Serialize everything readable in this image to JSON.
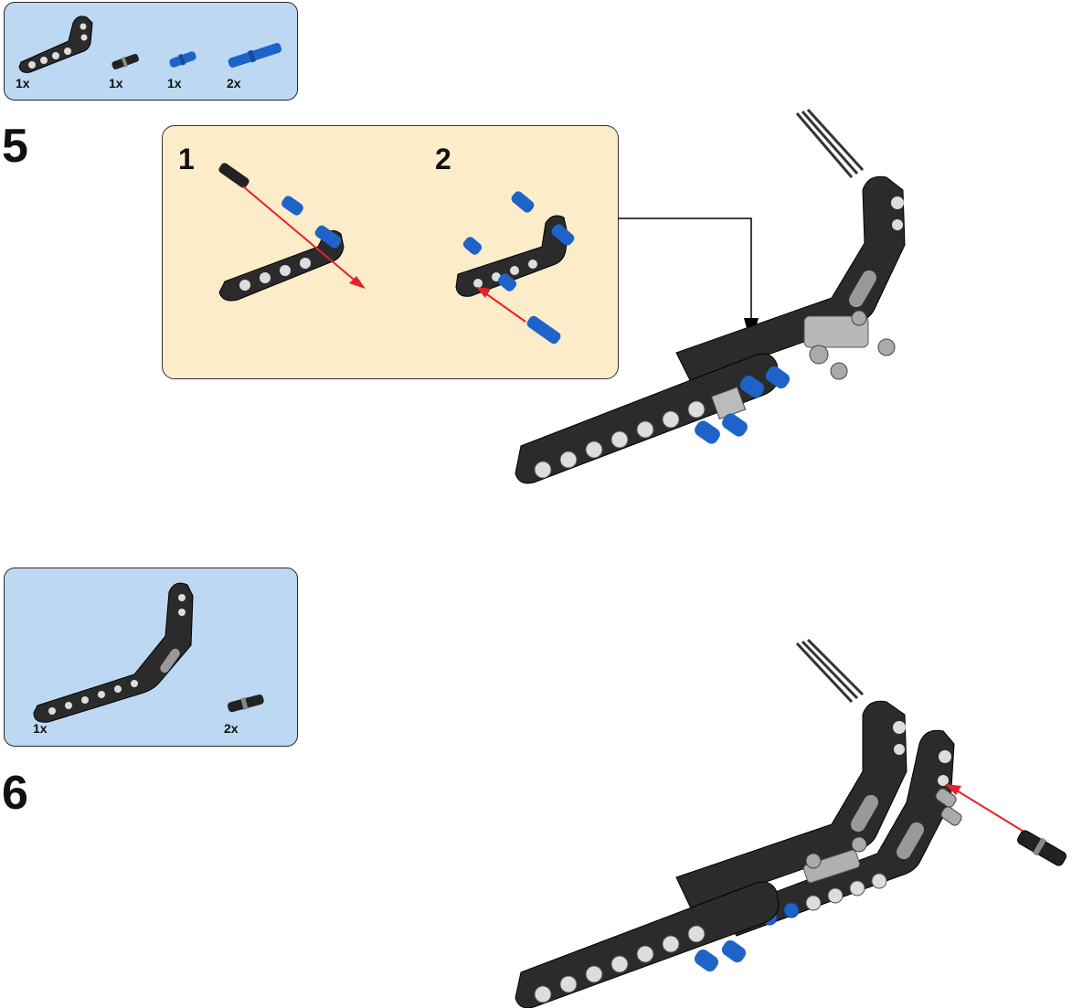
{
  "steps": [
    {
      "number": "5",
      "parts": [
        {
          "qty": "1x",
          "icon": "angled-beam-icon"
        },
        {
          "qty": "1x",
          "icon": "black-pin-icon"
        },
        {
          "qty": "1x",
          "icon": "blue-pin-icon"
        },
        {
          "qty": "2x",
          "icon": "long-blue-pin-icon"
        }
      ],
      "substeps": [
        {
          "number": "1"
        },
        {
          "number": "2"
        }
      ]
    },
    {
      "number": "6",
      "parts": [
        {
          "qty": "1x",
          "icon": "bent-liftarm-icon"
        },
        {
          "qty": "2x",
          "icon": "black-pin-icon"
        }
      ]
    }
  ],
  "colors": {
    "parts_bg": "#bcd8f2",
    "substep_bg": "#fdecc9",
    "beam": "#2b2b2b",
    "pin_blue": "#1f63c9",
    "arrow_red": "#e8202a"
  }
}
